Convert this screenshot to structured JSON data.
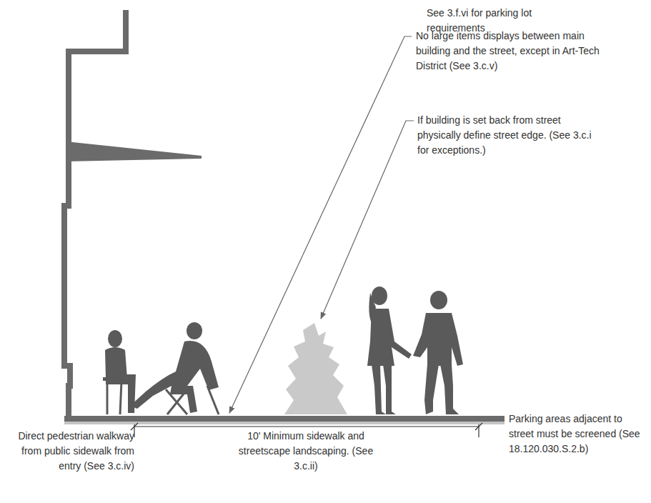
{
  "diagram": {
    "labels": [
      "See 3.f.vi for parking lot requirements",
      "No large items displays between main building and the street, except in Art-Tech District (See 3.c.v)",
      "If building is set back from street physically define street edge. (See 3.c.i for exceptions.)",
      "Direct pedestrian walkway from public sidewalk from entry (See 3.c.iv)",
      "10' Minimum sidewalk and streetscape landscaping. (See 3.c.ii)",
      "Parking areas adjacent to street must be screened (See 18.120.030.S.2.b)"
    ]
  }
}
